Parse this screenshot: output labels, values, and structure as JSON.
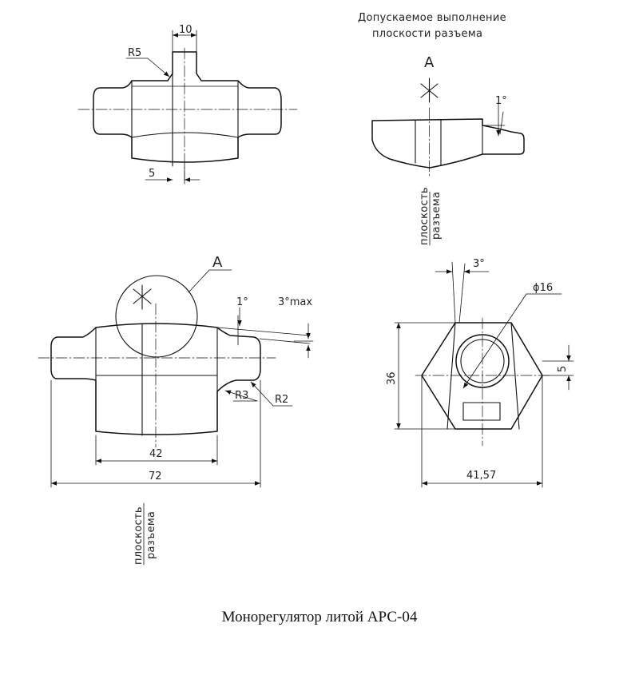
{
  "caption": "Монорегулятор литой АРС-04",
  "note": {
    "line1": "Допускаемое выполнение",
    "line2": "плоскости разъема"
  },
  "parting_plane": {
    "line1": "плоскость",
    "line2": "разъема"
  },
  "view_label": "A",
  "dimensions": {
    "top_width": "10",
    "top_radius": "R5",
    "top_offset": "5",
    "detail_angle": "1°",
    "front_angle": "1°",
    "front_max_angle": "3°max",
    "radius_r3": "R3",
    "radius_r2": "R2",
    "body_length": "42",
    "overall_length": "72",
    "side_angle": "3°",
    "hole_diameter": "ϕ16",
    "height": "36",
    "offset": "5",
    "across_corners": "41,57"
  },
  "colors": {
    "ink": "#111111",
    "paper": "#ffffff"
  }
}
